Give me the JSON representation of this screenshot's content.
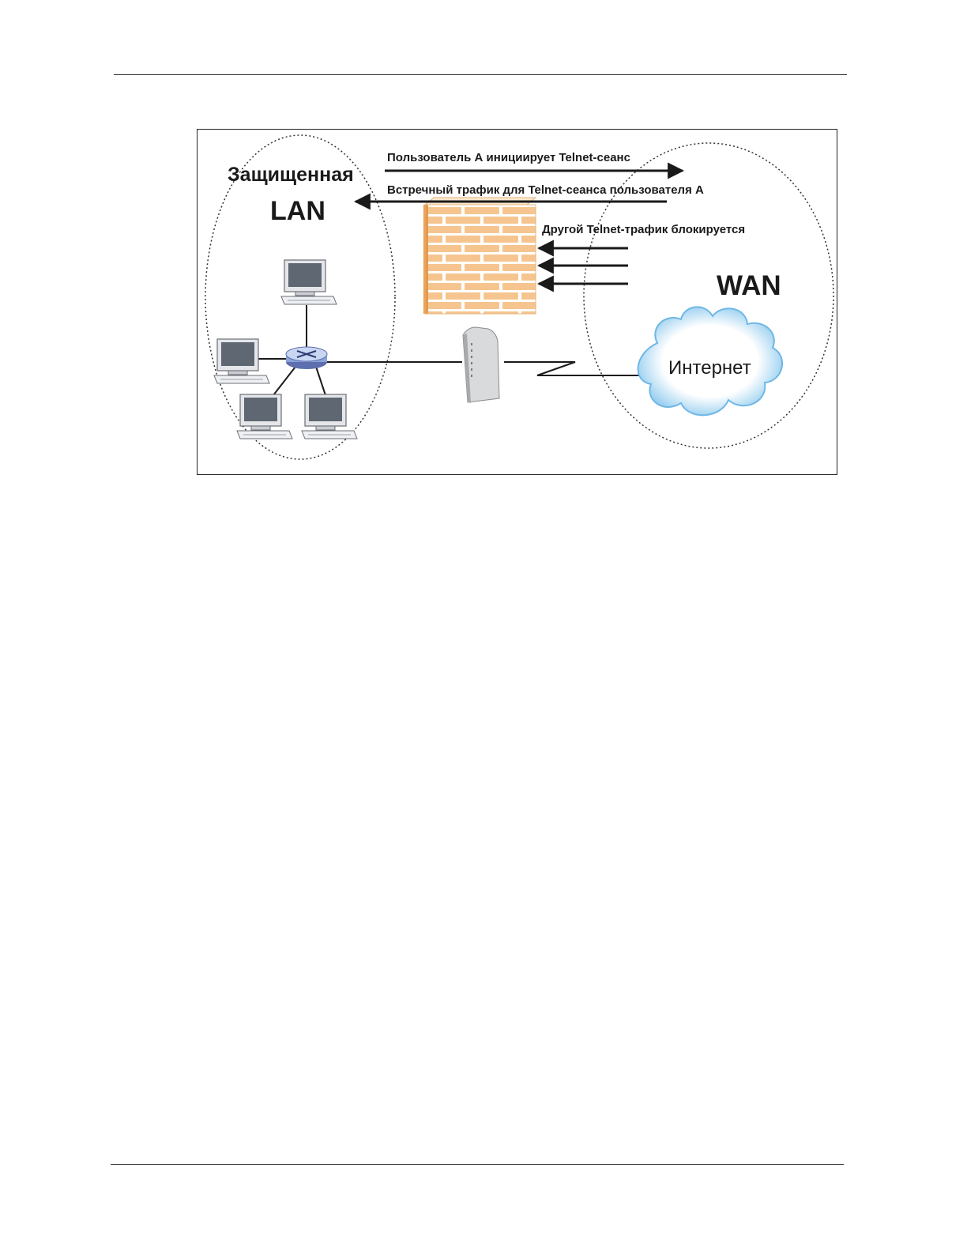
{
  "diagram": {
    "lan_title_line1": "Защищенная",
    "lan_title_line2": "LAN",
    "wan_title": "WAN",
    "internet_label": "Интернет",
    "arrow_outbound_label": "Пользователь А инициирует Telnet-сеанс",
    "arrow_return_label": "Встречный трафик для Telnet-сеанса пользователя А",
    "arrow_blocked_label": "Другой Telnet-трафик блокируется",
    "colors": {
      "brick_fill": "#f6c58f",
      "brick_mortar": "#ffffff",
      "brick_edge": "#e59a4a",
      "cloud_fill": "#ffffff",
      "cloud_glow": "#7fc0e8",
      "line": "#1a1a1a"
    }
  }
}
